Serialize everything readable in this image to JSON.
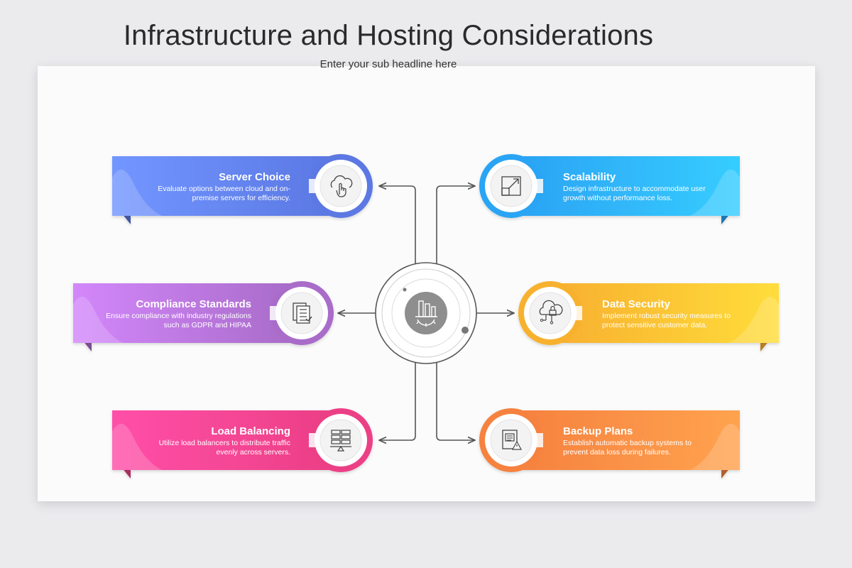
{
  "slide": {
    "title": "Infrastructure and Hosting Considerations",
    "subtitle": "Enter your sub headline here"
  },
  "cards": [
    {
      "title": "Server Choice",
      "desc": [
        "Evaluate options between cloud and on-",
        "premise servers for efficiency."
      ],
      "icon": "cloud-touch-icon",
      "color": "#5b78e3"
    },
    {
      "title": "Compliance Standards",
      "desc": [
        "Ensure compliance with industry regulations",
        "such as GDPR and HIPAA"
      ],
      "icon": "checklist-icon",
      "color": "#a96cc9"
    },
    {
      "title": "Load Balancing",
      "desc": [
        "Utilize load balancers to distribute traffic",
        "evenly across servers."
      ],
      "icon": "server-balance-icon",
      "color": "#ec3f86"
    },
    {
      "title": "Scalability",
      "desc": [
        "Design infrastructure to accommodate user",
        "growth without performance loss."
      ],
      "icon": "expand-arrow-icon",
      "color": "#2ba4f4"
    },
    {
      "title": "Data Security",
      "desc": [
        "Implement robust security measures to",
        "protect sensitive customer data."
      ],
      "icon": "cloud-lock-icon",
      "color": "#f8b12f"
    },
    {
      "title": "Backup Plans",
      "desc": [
        "Establish automatic backup systems to",
        "prevent data loss during failures."
      ],
      "icon": "backup-document-icon",
      "color": "#f6823f"
    }
  ],
  "center": {
    "icon": "server-gear-icon"
  }
}
